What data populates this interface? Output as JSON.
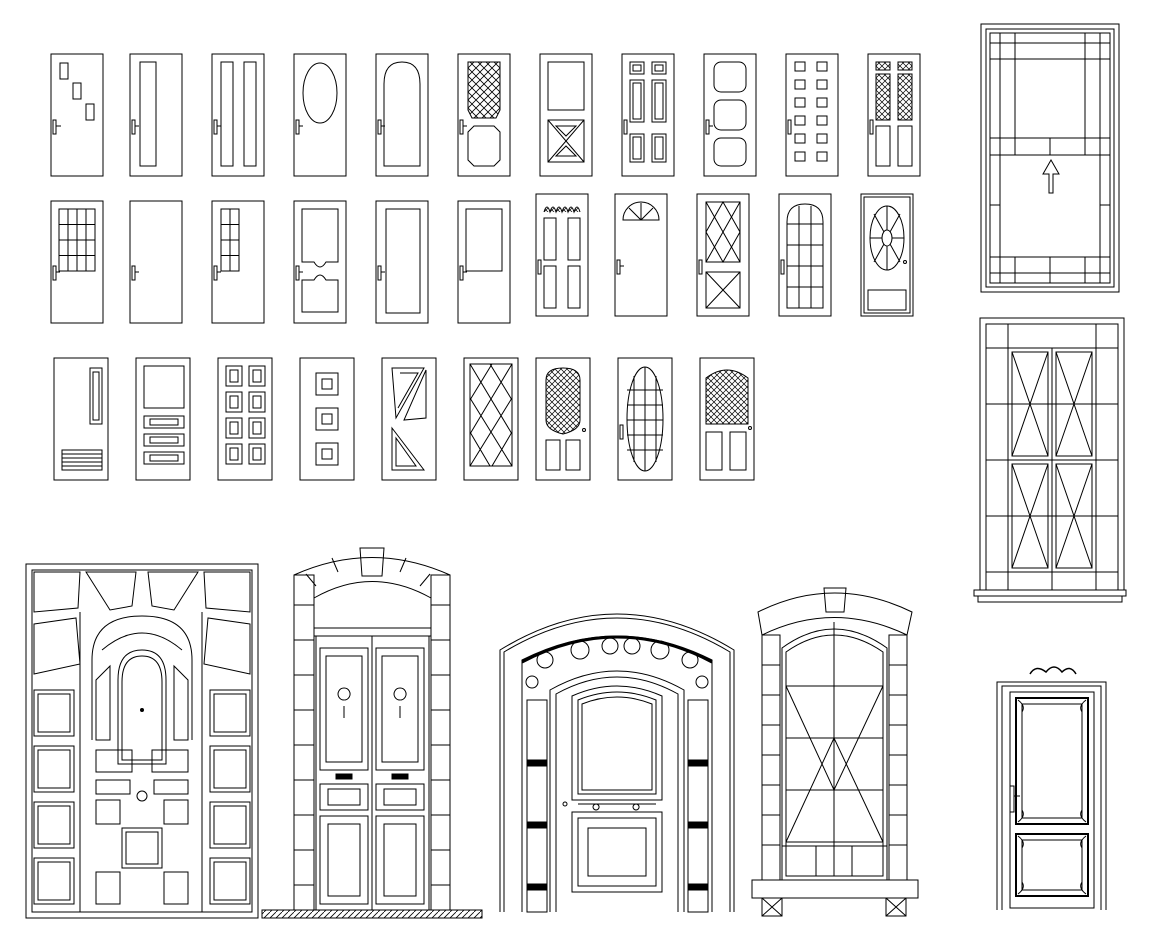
{
  "sheet": {
    "background": "#ffffff",
    "line_color": "#000000",
    "fill_color": "#ffffff"
  },
  "door_catalog": {
    "row_1_styles": [
      "offset-square-lites",
      "single-long-panel",
      "twin-long-panels",
      "oval-lite",
      "arched-panel",
      "lattice-over-panel",
      "cross-buck-lower",
      "six-panel",
      "rounded-three-panel",
      "twelve-small-lites",
      "lattice-twin-panel"
    ],
    "row_2_styles": [
      "grid-lite",
      "flush",
      "narrow-grid-lite",
      "shaped-lower-panel",
      "full-panel",
      "half-lite",
      "crown-four-panel",
      "fan-lite",
      "diamond-x-panel",
      "arched-grid-lite",
      "sunburst-oval-lite"
    ],
    "row_3_styles": [
      "vent-louver",
      "square-lite-three-rails",
      "eight-panel",
      "three-square-panels",
      "chevron-panels",
      "diamond-lattice",
      "lattice-oval-twin-panel",
      "tall-oval-grid",
      "gothic-lattice-twin-panel"
    ],
    "large_elevations": [
      "radial-panel-double-door",
      "arched-stone-double-door",
      "wrought-iron-arched-door",
      "arched-stone-glazed-door",
      "ornamental-single-door",
      "tall-grid-window",
      "tall-x-brace-window"
    ]
  }
}
